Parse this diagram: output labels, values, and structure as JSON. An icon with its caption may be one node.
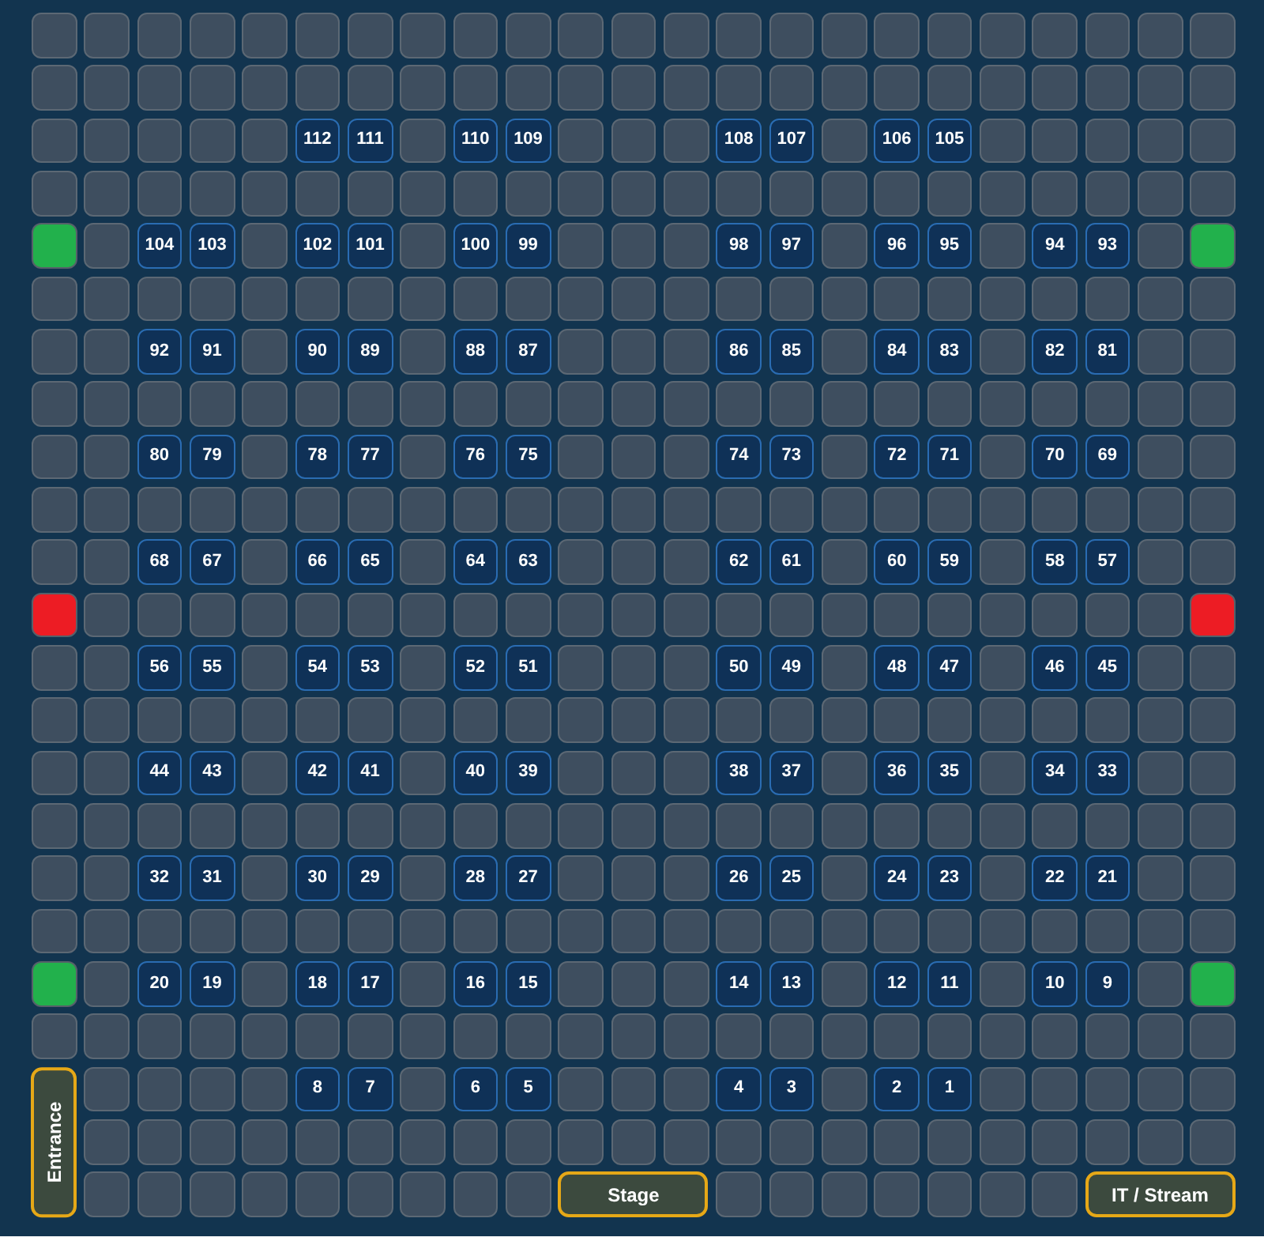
{
  "diagram": {
    "nodes": [
      {
        "text": [],
        "shape": "box"
      },
      {
        "text": [],
        "shape": "box"
      },
      {
        "text": [],
        "shape": "box"
      },
      {
        "text": [],
        "shape": "box"
      },
      {
        "text": [],
        "shape": "box"
      },
      {
        "text": [],
        "shape": "box"
      },
      {
        "text": [],
        "shape": "box"
      },
      {
        "text": [],
        "shape": "box"
      },
      {
        "text": [],
        "shape": "box"
      },
      {
        "text": [],
        "shape": "box"
      },
      {
        "text": [],
        "shape": "box"
      },
      {
        "text": [],
        "shape": "box"
      },
      {
        "text": [],
        "shape": "box"
      },
      {
        "text": [],
        "shape": "box"
      },
      {
        "text": [],
        "shape": "box"
      },
      {
        "text": [],
        "shape": "box"
      },
      {
        "text": [],
        "shape": "box"
      },
      {
        "text": [],
        "shape": "box"
      },
      {
        "text": [],
        "shape": "box"
      },
      {
        "text": [],
        "shape": "box"
      },
      {
        "text": [],
        "shape": "box"
      },
      {
        "text": [],
        "shape": "box"
      },
      {
        "text": [],
        "shape": "box"
      },
      {
        "text": [],
        "shape": "box"
      },
      {
        "text": [],
        "shape": "box"
      },
      {
        "text": [],
        "shape": "box"
      },
      {
        "text": [],
        "shape": "box"
      },
      {
        "text": [],
        "shape": "box"
      },
      {
        "text": [],
        "shape": "box"
      },
      {
        "text": [],
        "shape": "box"
      },
      {
        "text": [],
        "shape": "box"
      },
      {
        "text": [],
        "shape": "box"
      },
      {
        "text": [],
        "shape": "box"
      },
      {
        "text": [],
        "shape": "box"
      },
      {
        "text": [],
        "shape": "box"
      },
      {
        "text": [],
        "shape": "box"
      },
      {
        "text": [],
        "shape": "box"
      },
      {
        "text": [],
        "shape": "box"
      },
      {
        "text": [],
        "shape": "box"
      },
      {
        "text": [],
        "shape": "box"
      },
      {
        "text": [],
        "shape": "box"
      },
      {
        "text": [],
        "shape": "box"
      },
      {
        "text": [],
        "shape": "box"
      },
      {
        "text": [],
        "shape": "box"
      },
      {
        "text": [],
        "shape": "box"
      },
      {
        "text": [],
        "shape": "box"
      },
      {
        "text": [],
        "shape": "box"
      },
      {
        "text": [],
        "shape": "box"
      },
      {
        "text": [],
        "shape": "box"
      },
      {
        "text": [],
        "shape": "box"
      },
      {
        "text": [],
        "shape": "box"
      },
      {
        "text": [
          "112"
        ]
      },
      {
        "text": [
          "111"
        ]
      },
      {
        "text": [],
        "shape": "box"
      },
      {
        "text": [
          "110"
        ]
      },
      {
        "text": [
          "109"
        ]
      },
      {
        "text": [],
        "shape": "box"
      },
      {
        "text": [],
        "shape": "box"
      },
      {
        "text": [],
        "shape": "box"
      },
      {
        "text": [
          "108"
        ]
      },
      {
        "text": [
          "107"
        ]
      },
      {
        "text": [],
        "shape": "box"
      },
      {
        "text": [
          "106"
        ]
      },
      {
        "text": [
          "105"
        ]
      },
      {
        "text": [],
        "shape": "box"
      },
      {
        "text": [],
        "shape": "box"
      },
      {
        "text": [],
        "shape": "box"
      },
      {
        "text": [],
        "shape": "box"
      },
      {
        "text": [],
        "shape": "box"
      },
      {
        "text": [],
        "shape": "box"
      },
      {
        "text": [],
        "shape": "box"
      },
      {
        "text": [],
        "shape": "box"
      },
      {
        "text": [],
        "shape": "box"
      },
      {
        "text": [],
        "shape": "box"
      },
      {
        "text": [],
        "shape": "box"
      },
      {
        "text": [],
        "shape": "box"
      },
      {
        "text": [],
        "shape": "box"
      },
      {
        "text": [],
        "shape": "box"
      },
      {
        "text": [],
        "shape": "box"
      },
      {
        "text": [],
        "shape": "box"
      },
      {
        "text": [],
        "shape": "box"
      },
      {
        "text": [],
        "shape": "box"
      },
      {
        "text": [],
        "shape": "box"
      },
      {
        "text": [],
        "shape": "box"
      },
      {
        "text": [],
        "shape": "box"
      },
      {
        "text": [],
        "shape": "box"
      },
      {
        "text": [],
        "shape": "box"
      },
      {
        "text": [],
        "shape": "box"
      },
      {
        "text": [],
        "shape": "box"
      },
      {
        "text": [],
        "shape": "box"
      },
      {
        "text": [],
        "shape": "box"
      },
      {
        "text": [],
        "shape": "box"
      },
      {
        "text": [],
        "shape": "box"
      },
      {
        "text": [],
        "shape": "box"
      },
      {
        "text": [
          "104"
        ]
      },
      {
        "text": [
          "103"
        ]
      },
      {
        "text": [],
        "shape": "box"
      },
      {
        "text": [
          "102"
        ]
      },
      {
        "text": [
          "101"
        ]
      },
      {
        "text": [],
        "shape": "box"
      },
      {
        "text": [
          "100"
        ]
      },
      {
        "text": [
          "99"
        ]
      },
      {
        "text": [],
        "shape": "box"
      },
      {
        "text": [],
        "shape": "box"
      },
      {
        "text": [],
        "shape": "box"
      },
      {
        "text": [
          "98"
        ]
      },
      {
        "text": [
          "97"
        ]
      },
      {
        "text": [],
        "shape": "box"
      },
      {
        "text": [
          "96"
        ]
      },
      {
        "text": [
          "95"
        ]
      },
      {
        "text": [],
        "shape": "box"
      },
      {
        "text": [
          "94"
        ]
      },
      {
        "text": [
          "93"
        ]
      },
      {
        "text": [],
        "shape": "box"
      },
      {
        "text": [],
        "shape": "box"
      },
      {
        "text": [],
        "shape": "box"
      },
      {
        "text": [],
        "shape": "box"
      },
      {
        "text": [],
        "shape": "box"
      },
      {
        "text": [],
        "shape": "box"
      },
      {
        "text": [],
        "shape": "box"
      },
      {
        "text": [],
        "shape": "box"
      },
      {
        "text": [],
        "shape": "box"
      },
      {
        "text": [],
        "shape": "box"
      },
      {
        "text": [],
        "shape": "box"
      },
      {
        "text": [],
        "shape": "box"
      },
      {
        "text": [],
        "shape": "box"
      },
      {
        "text": [],
        "shape": "box"
      },
      {
        "text": [],
        "shape": "box"
      },
      {
        "text": [],
        "shape": "box"
      },
      {
        "text": [],
        "shape": "box"
      },
      {
        "text": [],
        "shape": "box"
      },
      {
        "text": [],
        "shape": "box"
      },
      {
        "text": [],
        "shape": "box"
      },
      {
        "text": [],
        "shape": "box"
      },
      {
        "text": [],
        "shape": "box"
      },
      {
        "text": [],
        "shape": "box"
      },
      {
        "text": [],
        "shape": "box"
      },
      {
        "text": [],
        "shape": "box"
      },
      {
        "text": [],
        "shape": "box"
      },
      {
        "text": [],
        "shape": "box"
      },
      {
        "text": [
          "92"
        ]
      },
      {
        "text": [
          "91"
        ]
      },
      {
        "text": [],
        "shape": "box"
      },
      {
        "text": [
          "90"
        ]
      },
      {
        "text": [
          "89"
        ]
      },
      {
        "text": [],
        "shape": "box"
      },
      {
        "text": [
          "88"
        ]
      },
      {
        "text": [
          "87"
        ]
      },
      {
        "text": [],
        "shape": "box"
      },
      {
        "text": [],
        "shape": "box"
      },
      {
        "text": [],
        "shape": "box"
      },
      {
        "text": [
          "86"
        ]
      },
      {
        "text": [
          "85"
        ]
      },
      {
        "text": [],
        "shape": "box"
      },
      {
        "text": [
          "84"
        ]
      },
      {
        "text": [
          "83"
        ]
      },
      {
        "text": [],
        "shape": "box"
      },
      {
        "text": [
          "82"
        ]
      },
      {
        "text": [
          "81"
        ]
      },
      {
        "text": [],
        "shape": "box"
      },
      {
        "text": [],
        "shape": "box"
      },
      {
        "text": [],
        "shape": "box"
      },
      {
        "text": [],
        "shape": "box"
      },
      {
        "text": [],
        "shape": "box"
      },
      {
        "text": [],
        "shape": "box"
      },
      {
        "text": [],
        "shape": "box"
      },
      {
        "text": [],
        "shape": "box"
      },
      {
        "text": [],
        "shape": "box"
      },
      {
        "text": [],
        "shape": "box"
      },
      {
        "text": [],
        "shape": "box"
      },
      {
        "text": [],
        "shape": "box"
      },
      {
        "text": [],
        "shape": "box"
      },
      {
        "text": [],
        "shape": "box"
      },
      {
        "text": [],
        "shape": "box"
      },
      {
        "text": [],
        "shape": "box"
      },
      {
        "text": [],
        "shape": "box"
      },
      {
        "text": [],
        "shape": "box"
      },
      {
        "text": [],
        "shape": "box"
      },
      {
        "text": [],
        "shape": "box"
      },
      {
        "text": [],
        "shape": "box"
      },
      {
        "text": [],
        "shape": "box"
      },
      {
        "text": [],
        "shape": "box"
      },
      {
        "text": [],
        "shape": "box"
      },
      {
        "text": [],
        "shape": "box"
      },
      {
        "text": [],
        "shape": "box"
      },
      {
        "text": [],
        "shape": "box"
      },
      {
        "text": [
          "80"
        ]
      },
      {
        "text": [
          "79"
        ]
      },
      {
        "text": [],
        "shape": "box"
      },
      {
        "text": [
          "78"
        ]
      },
      {
        "text": [
          "77"
        ]
      },
      {
        "text": [],
        "shape": "box"
      },
      {
        "text": [
          "76"
        ]
      },
      {
        "text": [
          "75"
        ]
      },
      {
        "text": [],
        "shape": "box"
      },
      {
        "text": [],
        "shape": "box"
      },
      {
        "text": [],
        "shape": "box"
      },
      {
        "text": [
          "74"
        ]
      },
      {
        "text": [
          "73"
        ]
      },
      {
        "text": [],
        "shape": "box"
      },
      {
        "text": [
          "72"
        ]
      },
      {
        "text": [
          "71"
        ]
      },
      {
        "text": [],
        "shape": "box"
      },
      {
        "text": [
          "70"
        ]
      },
      {
        "text": [
          "69"
        ]
      },
      {
        "text": [],
        "shape": "box"
      },
      {
        "text": [],
        "shape": "box"
      },
      {
        "text": [],
        "shape": "box"
      },
      {
        "text": [],
        "shape": "box"
      },
      {
        "text": [],
        "shape": "box"
      },
      {
        "text": [],
        "shape": "box"
      },
      {
        "text": [],
        "shape": "box"
      },
      {
        "text": [],
        "shape": "box"
      },
      {
        "text": [],
        "shape": "box"
      },
      {
        "text": [],
        "shape": "box"
      },
      {
        "text": [],
        "shape": "box"
      },
      {
        "text": [],
        "shape": "box"
      },
      {
        "text": [],
        "shape": "box"
      },
      {
        "text": [],
        "shape": "box"
      },
      {
        "text": [],
        "shape": "box"
      },
      {
        "text": [],
        "shape": "box"
      },
      {
        "text": [],
        "shape": "box"
      },
      {
        "text": [],
        "shape": "box"
      },
      {
        "text": [],
        "shape": "box"
      },
      {
        "text": [],
        "shape": "box"
      },
      {
        "text": [],
        "shape": "box"
      },
      {
        "text": [],
        "shape": "box"
      },
      {
        "text": [],
        "shape": "box"
      },
      {
        "text": [],
        "shape": "box"
      },
      {
        "text": [],
        "shape": "box"
      },
      {
        "text": [],
        "shape": "box"
      },
      {
        "text": [],
        "shape": "box"
      },
      {
        "text": [
          "68"
        ]
      },
      {
        "text": [
          "67"
        ]
      },
      {
        "text": [],
        "shape": "box"
      },
      {
        "text": [
          "66"
        ]
      },
      {
        "text": [
          "65"
        ]
      },
      {
        "text": [],
        "shape": "box"
      },
      {
        "text": [
          "64"
        ]
      },
      {
        "text": [
          "63"
        ]
      },
      {
        "text": [],
        "shape": "box"
      },
      {
        "text": [],
        "shape": "box"
      },
      {
        "text": [],
        "shape": "box"
      },
      {
        "text": [
          "62"
        ]
      },
      {
        "text": [
          "61"
        ]
      },
      {
        "text": [],
        "shape": "box"
      },
      {
        "text": [
          "60"
        ]
      },
      {
        "text": [
          "59"
        ]
      },
      {
        "text": [],
        "shape": "box"
      },
      {
        "text": [
          "58"
        ]
      },
      {
        "text": [
          "57"
        ]
      },
      {
        "text": [],
        "shape": "box"
      },
      {
        "text": [],
        "shape": "box"
      },
      {
        "text": [],
        "shape": "box"
      },
      {
        "text": [],
        "shape": "box"
      },
      {
        "text": [],
        "shape": "box"
      },
      {
        "text": [],
        "shape": "box"
      },
      {
        "text": [],
        "shape": "box"
      },
      {
        "text": [],
        "shape": "box"
      },
      {
        "text": [],
        "shape": "box"
      },
      {
        "text": [],
        "shape": "box"
      },
      {
        "text": [],
        "shape": "box"
      },
      {
        "text": [],
        "shape": "box"
      },
      {
        "text": [],
        "shape": "box"
      },
      {
        "text": [],
        "shape": "box"
      },
      {
        "text": [],
        "shape": "box"
      },
      {
        "text": [],
        "shape": "box"
      },
      {
        "text": [],
        "shape": "box"
      },
      {
        "text": [],
        "shape": "box"
      },
      {
        "text": [],
        "shape": "box"
      },
      {
        "text": [],
        "shape": "box"
      },
      {
        "text": [],
        "shape": "box"
      },
      {
        "text": [],
        "shape": "box"
      },
      {
        "text": [],
        "shape": "box"
      },
      {
        "text": [],
        "shape": "box"
      },
      {
        "text": [],
        "shape": "box"
      },
      {
        "text": [],
        "shape": "box"
      },
      {
        "text": [],
        "shape": "box"
      },
      {
        "text": [
          "56"
        ]
      },
      {
        "text": [
          "55"
        ]
      },
      {
        "text": [],
        "shape": "box"
      },
      {
        "text": [
          "54"
        ]
      },
      {
        "text": [
          "53"
        ]
      },
      {
        "text": [],
        "shape": "box"
      },
      {
        "text": [
          "52"
        ]
      },
      {
        "text": [
          "51"
        ]
      },
      {
        "text": [],
        "shape": "box"
      },
      {
        "text": [],
        "shape": "box"
      },
      {
        "text": [],
        "shape": "box"
      },
      {
        "text": [
          "50"
        ]
      },
      {
        "text": [
          "49"
        ]
      },
      {
        "text": [],
        "shape": "box"
      },
      {
        "text": [
          "48"
        ]
      },
      {
        "text": [
          "47"
        ]
      },
      {
        "text": [],
        "shape": "box"
      },
      {
        "text": [
          "46"
        ]
      },
      {
        "text": [
          "45"
        ]
      },
      {
        "text": [],
        "shape": "box"
      },
      {
        "text": [],
        "shape": "box"
      },
      {
        "text": [],
        "shape": "box"
      },
      {
        "text": [],
        "shape": "box"
      },
      {
        "text": [],
        "shape": "box"
      },
      {
        "text": [],
        "shape": "box"
      },
      {
        "text": [],
        "shape": "box"
      },
      {
        "text": [],
        "shape": "box"
      },
      {
        "text": [],
        "shape": "box"
      },
      {
        "text": [],
        "shape": "box"
      },
      {
        "text": [],
        "shape": "box"
      },
      {
        "text": [],
        "shape": "box"
      },
      {
        "text": [],
        "shape": "box"
      },
      {
        "text": [],
        "shape": "box"
      },
      {
        "text": [],
        "shape": "box"
      },
      {
        "text": [],
        "shape": "box"
      },
      {
        "text": [],
        "shape": "box"
      },
      {
        "text": [],
        "shape": "box"
      },
      {
        "text": [],
        "shape": "box"
      },
      {
        "text": [],
        "shape": "box"
      },
      {
        "text": [],
        "shape": "box"
      },
      {
        "text": [],
        "shape": "box"
      },
      {
        "text": [],
        "shape": "box"
      },
      {
        "text": [],
        "shape": "box"
      },
      {
        "text": [],
        "shape": "box"
      },
      {
        "text": [],
        "shape": "box"
      },
      {
        "text": [],
        "shape": "box"
      },
      {
        "text": [
          "44"
        ]
      },
      {
        "text": [
          "43"
        ]
      },
      {
        "text": [],
        "shape": "box"
      },
      {
        "text": [
          "42"
        ]
      },
      {
        "text": [
          "41"
        ]
      },
      {
        "text": [],
        "shape": "box"
      },
      {
        "text": [
          "40"
        ]
      },
      {
        "text": [
          "39"
        ]
      },
      {
        "text": [],
        "shape": "box"
      },
      {
        "text": [],
        "shape": "box"
      },
      {
        "text": [],
        "shape": "box"
      },
      {
        "text": [
          "38"
        ]
      },
      {
        "text": [
          "37"
        ]
      },
      {
        "text": [],
        "shape": "box"
      },
      {
        "text": [
          "36"
        ]
      },
      {
        "text": [
          "35"
        ]
      },
      {
        "text": [],
        "shape": "box"
      },
      {
        "text": [
          "34"
        ]
      },
      {
        "text": [
          "33"
        ]
      },
      {
        "text": [],
        "shape": "box"
      },
      {
        "text": [],
        "shape": "box"
      },
      {
        "text": [],
        "shape": "box"
      },
      {
        "text": [],
        "shape": "box"
      },
      {
        "text": [],
        "shape": "box"
      },
      {
        "text": [],
        "shape": "box"
      },
      {
        "text": [],
        "shape": "box"
      },
      {
        "text": [],
        "shape": "box"
      },
      {
        "text": [],
        "shape": "box"
      },
      {
        "text": [],
        "shape": "box"
      },
      {
        "text": [],
        "shape": "box"
      },
      {
        "text": [],
        "shape": "box"
      },
      {
        "text": [],
        "shape": "box"
      },
      {
        "text": [],
        "shape": "box"
      },
      {
        "text": [],
        "shape": "box"
      },
      {
        "text": [],
        "shape": "box"
      },
      {
        "text": [],
        "shape": "box"
      },
      {
        "text": [],
        "shape": "box"
      },
      {
        "text": [],
        "shape": "box"
      },
      {
        "text": [],
        "shape": "box"
      },
      {
        "text": [],
        "shape": "box"
      },
      {
        "text": [],
        "shape": "box"
      },
      {
        "text": [],
        "shape": "box"
      },
      {
        "text": [],
        "shape": "box"
      },
      {
        "text": [],
        "shape": "box"
      },
      {
        "text": [],
        "shape": "box"
      },
      {
        "text": [],
        "shape": "box"
      },
      {
        "text": [
          "32"
        ]
      },
      {
        "text": [
          "31"
        ]
      },
      {
        "text": [],
        "shape": "box"
      },
      {
        "text": [
          "30"
        ]
      },
      {
        "text": [
          "29"
        ]
      },
      {
        "text": [],
        "shape": "box"
      },
      {
        "text": [
          "28"
        ]
      },
      {
        "text": [
          "27"
        ]
      },
      {
        "text": [],
        "shape": "box"
      },
      {
        "text": [],
        "shape": "box"
      },
      {
        "text": [],
        "shape": "box"
      },
      {
        "text": [
          "26"
        ]
      },
      {
        "text": [
          "25"
        ]
      },
      {
        "text": [],
        "shape": "box"
      },
      {
        "text": [
          "24"
        ]
      },
      {
        "text": [
          "23"
        ]
      },
      {
        "text": [],
        "shape": "box"
      },
      {
        "text": [
          "22"
        ]
      },
      {
        "text": [
          "21"
        ]
      },
      {
        "text": [],
        "shape": "box"
      },
      {
        "text": [],
        "shape": "box"
      },
      {
        "text": [],
        "shape": "box"
      },
      {
        "text": [],
        "shape": "box"
      },
      {
        "text": [],
        "shape": "box"
      },
      {
        "text": [],
        "shape": "box"
      },
      {
        "text": [],
        "shape": "box"
      },
      {
        "text": [],
        "shape": "box"
      },
      {
        "text": [],
        "shape": "box"
      },
      {
        "text": [],
        "shape": "box"
      },
      {
        "text": [],
        "shape": "box"
      },
      {
        "text": [],
        "shape": "box"
      },
      {
        "text": [],
        "shape": "box"
      },
      {
        "text": [],
        "shape": "box"
      },
      {
        "text": [],
        "shape": "box"
      },
      {
        "text": [],
        "shape": "box"
      },
      {
        "text": [],
        "shape": "box"
      },
      {
        "text": [],
        "shape": "box"
      },
      {
        "text": [],
        "shape": "box"
      },
      {
        "text": [],
        "shape": "box"
      },
      {
        "text": [],
        "shape": "box"
      },
      {
        "text": [],
        "shape": "box"
      },
      {
        "text": [],
        "shape": "box"
      },
      {
        "text": [],
        "shape": "box"
      },
      {
        "text": [],
        "shape": "box"
      },
      {
        "text": [],
        "shape": "box"
      },
      {
        "text": [],
        "shape": "box"
      },
      {
        "text": [
          "20"
        ]
      },
      {
        "text": [
          "19"
        ]
      },
      {
        "text": [],
        "shape": "box"
      },
      {
        "text": [
          "18"
        ]
      },
      {
        "text": [
          "17"
        ]
      },
      {
        "text": [],
        "shape": "box"
      },
      {
        "text": [
          "16"
        ]
      },
      {
        "text": [
          "15"
        ]
      },
      {
        "text": [],
        "shape": "box"
      },
      {
        "text": [],
        "shape": "box"
      },
      {
        "text": [],
        "shape": "box"
      },
      {
        "text": [
          "14"
        ]
      },
      {
        "text": [
          "13"
        ]
      },
      {
        "text": [],
        "shape": "box"
      },
      {
        "text": [
          "12"
        ]
      },
      {
        "text": [
          "11"
        ]
      },
      {
        "text": [],
        "shape": "box"
      },
      {
        "text": [
          "10"
        ]
      },
      {
        "text": [
          "9"
        ]
      },
      {
        "text": [],
        "shape": "box"
      },
      {
        "text": [],
        "shape": "box"
      },
      {
        "text": [],
        "shape": "box"
      },
      {
        "text": [],
        "shape": "box"
      },
      {
        "text": [],
        "shape": "box"
      },
      {
        "text": [],
        "shape": "box"
      },
      {
        "text": [],
        "shape": "box"
      },
      {
        "text": [],
        "shape": "box"
      },
      {
        "text": [],
        "shape": "box"
      },
      {
        "text": [],
        "shape": "box"
      },
      {
        "text": [],
        "shape": "box"
      },
      {
        "text": [],
        "shape": "box"
      },
      {
        "text": [],
        "shape": "box"
      },
      {
        "text": [],
        "shape": "box"
      },
      {
        "text": [],
        "shape": "box"
      },
      {
        "text": [],
        "shape": "box"
      },
      {
        "text": [],
        "shape": "box"
      },
      {
        "text": [],
        "shape": "box"
      },
      {
        "text": [],
        "shape": "box"
      },
      {
        "text": [],
        "shape": "box"
      },
      {
        "text": [],
        "shape": "box"
      },
      {
        "text": [],
        "shape": "box"
      },
      {
        "text": [],
        "shape": "box"
      },
      {
        "text": [],
        "shape": "box"
      },
      {
        "text": [],
        "shape": "box"
      },
      {
        "text": [
          "Entrance"
        ]
      },
      {
        "text": [],
        "shape": "box"
      },
      {
        "text": [],
        "shape": "box"
      },
      {
        "text": [],
        "shape": "box"
      },
      {
        "text": [],
        "shape": "box"
      },
      {
        "text": [
          "8"
        ]
      },
      {
        "text": [
          "7"
        ]
      },
      {
        "text": [],
        "shape": "box"
      },
      {
        "text": [
          "6"
        ]
      },
      {
        "text": [
          "5"
        ]
      },
      {
        "text": [],
        "shape": "box"
      },
      {
        "text": [],
        "shape": "box"
      },
      {
        "text": [],
        "shape": "box"
      },
      {
        "text": [
          "4"
        ]
      },
      {
        "text": [
          "3"
        ]
      },
      {
        "text": [],
        "shape": "box"
      },
      {
        "text": [
          "2"
        ]
      },
      {
        "text": [
          "1"
        ]
      },
      {
        "text": [],
        "shape": "box"
      },
      {
        "text": [],
        "shape": "box"
      },
      {
        "text": [],
        "shape": "box"
      },
      {
        "text": [],
        "shape": "box"
      },
      {
        "text": [],
        "shape": "box"
      },
      {
        "text": [],
        "shape": "box"
      },
      {
        "text": [],
        "shape": "box"
      },
      {
        "text": [],
        "shape": "box"
      },
      {
        "text": [],
        "shape": "box"
      },
      {
        "text": [],
        "shape": "box"
      },
      {
        "text": [],
        "shape": "box"
      },
      {
        "text": [],
        "shape": "box"
      },
      {
        "text": [],
        "shape": "box"
      },
      {
        "text": [],
        "shape": "box"
      },
      {
        "text": [],
        "shape": "box"
      },
      {
        "text": [],
        "shape": "box"
      },
      {
        "text": [],
        "shape": "box"
      },
      {
        "text": [],
        "shape": "box"
      },
      {
        "text": [],
        "shape": "box"
      },
      {
        "text": [],
        "shape": "box"
      },
      {
        "text": [],
        "shape": "box"
      },
      {
        "text": [],
        "shape": "box"
      },
      {
        "text": [],
        "shape": "box"
      },
      {
        "text": [],
        "shape": "box"
      },
      {
        "text": [],
        "shape": "box"
      },
      {
        "text": [],
        "shape": "box"
      },
      {
        "text": [],
        "shape": "box"
      },
      {
        "text": [],
        "shape": "box"
      },
      {
        "text": [],
        "shape": "box"
      },
      {
        "text": [],
        "shape": "box"
      },
      {
        "text": [],
        "shape": "box"
      },
      {
        "text": [],
        "shape": "box"
      },
      {
        "text": [],
        "shape": "box"
      },
      {
        "text": [],
        "shape": "box"
      },
      {
        "text": [],
        "shape": "box"
      },
      {
        "text": [],
        "shape": "box"
      },
      {
        "text": [
          "Stage"
        ]
      },
      {
        "text": [],
        "shape": "box"
      },
      {
        "text": [],
        "shape": "box"
      },
      {
        "text": [],
        "shape": "box"
      },
      {
        "text": [],
        "shape": "box"
      },
      {
        "text": [],
        "shape": "box"
      },
      {
        "text": [],
        "shape": "box"
      },
      {
        "text": [],
        "shape": "box"
      },
      {
        "text": [
          "IT / Stream"
        ]
      }
    ]
  }
}
